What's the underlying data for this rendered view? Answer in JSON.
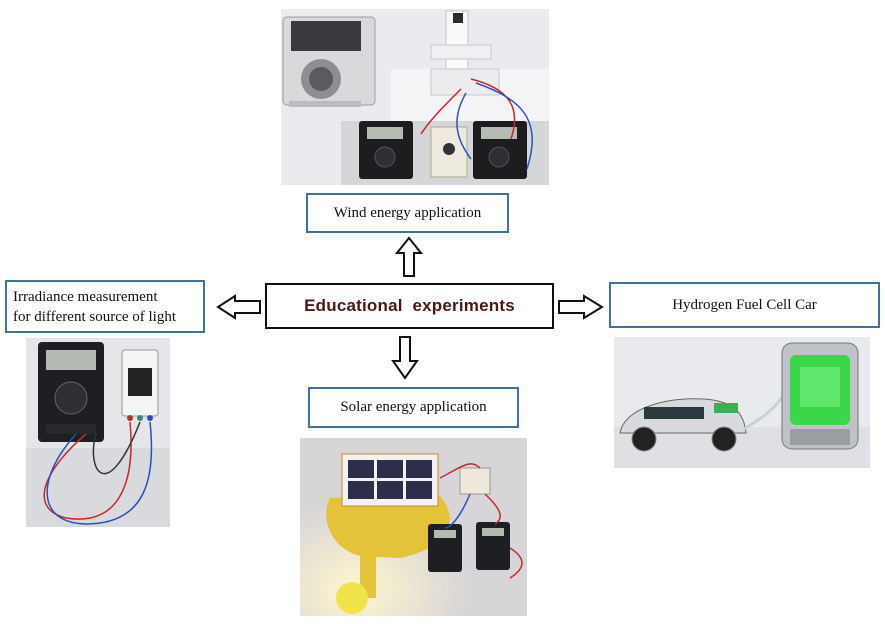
{
  "center": {
    "label": "Educational  experiments"
  },
  "nodes": {
    "wind": {
      "label": "Wind energy application",
      "photo_icon": "wind-tunnel-photo"
    },
    "irradiance": {
      "label_line1": "Irradiance measurement",
      "label_line2": "for different source of light",
      "photo_icon": "multimeter-sensor-photo"
    },
    "solar": {
      "label": "Solar energy application",
      "photo_icon": "solar-panel-lamp-photo"
    },
    "hydrogen": {
      "label": "Hydrogen Fuel Cell Car",
      "photo_icon": "fuel-cell-car-photo"
    }
  },
  "colors": {
    "box_border": "#41719c",
    "center_text": "#4a1818",
    "arrow": "#111111"
  }
}
